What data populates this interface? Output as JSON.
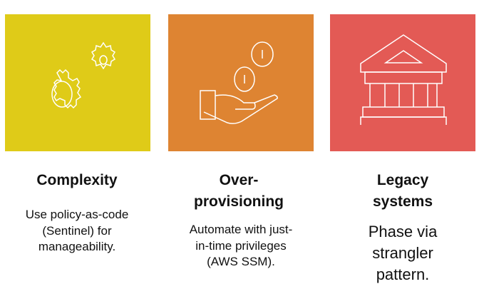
{
  "colors": {
    "complexity": "#dfcb18",
    "over_provisioning": "#de8432",
    "legacy": "#e35a55"
  },
  "items": [
    {
      "icon": "gears-icon",
      "title": "Complexity",
      "description": "Use policy-as-code (Sentinel) for manageability."
    },
    {
      "icon": "hand-coins-icon",
      "title": "Over-provisioning",
      "description": "Automate with just-in-time privileges (AWS SSM)."
    },
    {
      "icon": "bank-building-icon",
      "title": "Legacy systems",
      "description": "Phase via strangler pattern."
    }
  ]
}
